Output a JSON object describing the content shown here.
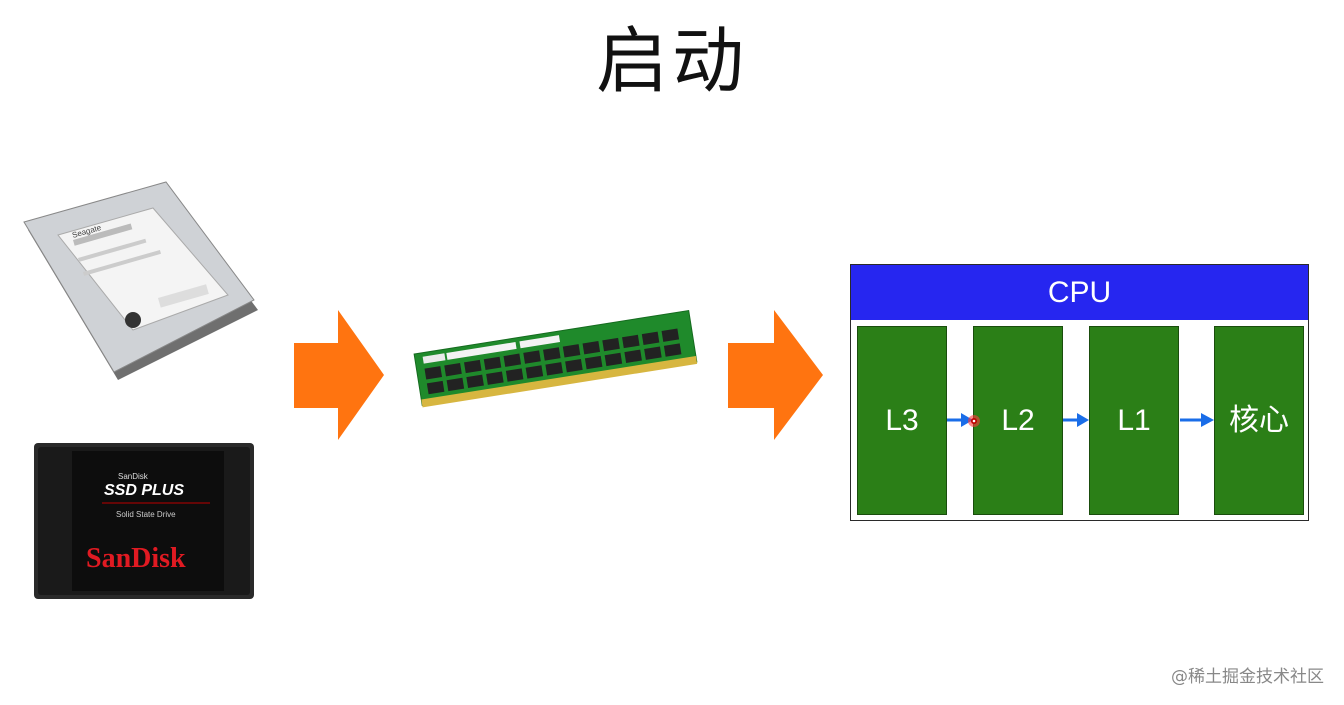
{
  "title": "启动",
  "storage": {
    "hdd_label": "Seagate",
    "ssd_brand_small": "SanDisk",
    "ssd_model": "SSD PLUS",
    "ssd_sub": "Solid State Drive",
    "ssd_brand": "SanDisk"
  },
  "cpu": {
    "label": "CPU",
    "stages": [
      "L3",
      "L2",
      "L1",
      "核心"
    ]
  },
  "colors": {
    "arrow": "#ff7410",
    "cpu_header": "#2626f0",
    "cache": "#2b7f17",
    "flow_arrow": "#1a6de8"
  },
  "watermark": "@稀土掘金技术社区"
}
